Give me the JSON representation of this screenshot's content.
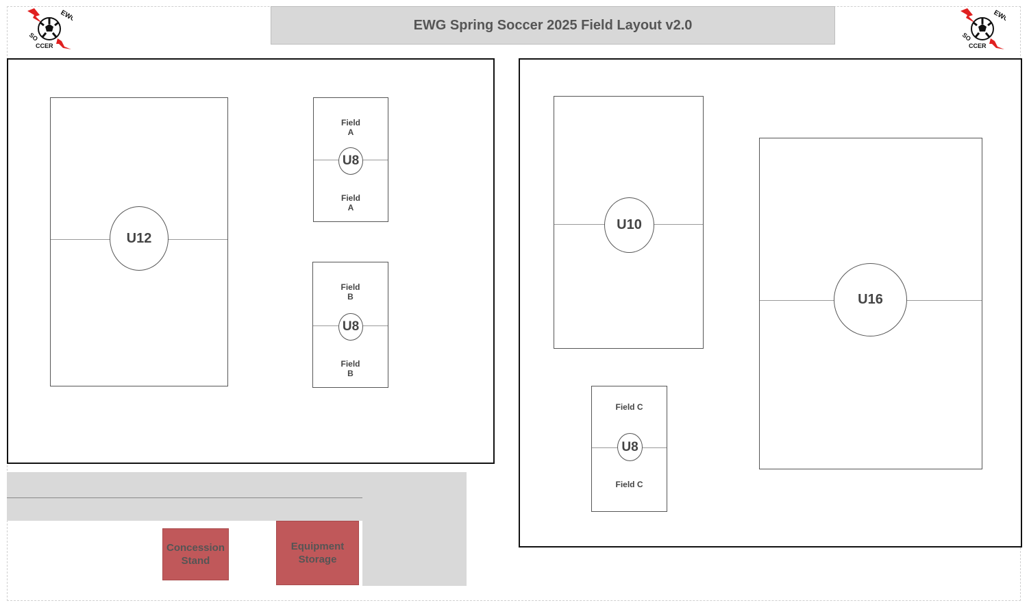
{
  "title": "EWG Spring Soccer 2025 Field Layout v2.0",
  "logo": {
    "top_text": "EWG",
    "bottom_text": "SOCCER",
    "icon": "soccer-ball-icon",
    "accent": "#e02020"
  },
  "fields": {
    "u12": {
      "label": "U12"
    },
    "field_a": {
      "label": "U8",
      "top": "Field\nA",
      "bottom": "Field\nA"
    },
    "field_b": {
      "label": "U8",
      "top": "Field\nB",
      "bottom": "Field\nB"
    },
    "u10": {
      "label": "U10"
    },
    "u16": {
      "label": "U16"
    },
    "field_c": {
      "label": "U8",
      "top": "Field C",
      "bottom": "Field C"
    }
  },
  "buildings": {
    "concession": "Concession\nStand",
    "equipment": "Equipment\nStorage"
  },
  "colors": {
    "building": "#c0585a",
    "road": "#d9d9d9",
    "title_bar": "#d8d8d8"
  }
}
